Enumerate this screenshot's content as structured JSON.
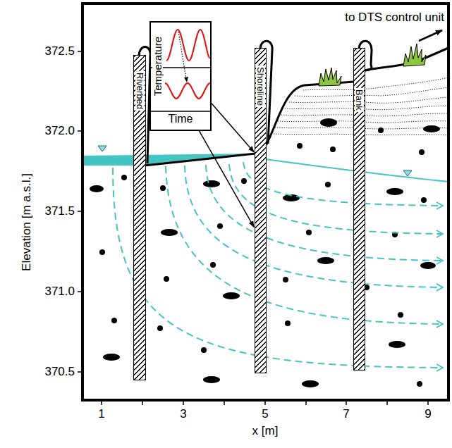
{
  "diagram": {
    "nodes": [
      {
        "text": [
          "Riverbed"
        ]
      },
      {
        "text": [
          "Shoreline"
        ]
      },
      {
        "text": [
          "Bank"
        ]
      },
      {
        "text": [
          "Temperature",
          "Time"
        ]
      }
    ],
    "edges": [
      {
        "from": 3,
        "to": 1,
        "arrow": "to"
      },
      {
        "from": 3,
        "to": 1,
        "arrow": "to"
      }
    ],
    "labels": [
      "to DTS control unit",
      "372.5",
      "372.0",
      "371.5",
      "371.0",
      "370.5",
      "Elevation [m a.s.l.]",
      "1",
      "3",
      "5",
      "7",
      "9",
      "x [m]"
    ]
  }
}
